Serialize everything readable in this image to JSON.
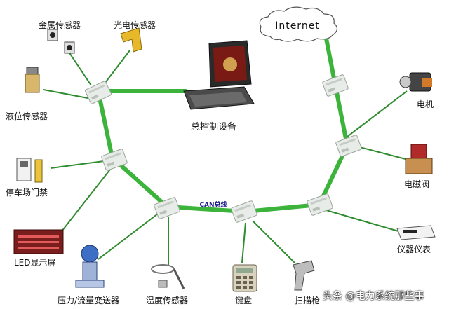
{
  "internet_label": "Internet",
  "bus_label": "CAN总线",
  "labels": {
    "metal_sensor": "金属传感器",
    "photo_sensor": "光电传感器",
    "level_sensor": "液位传感器",
    "parking_access": "停车场门禁",
    "led_display": "LED显示屏",
    "pressure_flow": "压力/流量变送器",
    "temp_sensor": "温度传感器",
    "keyboard": "键盘",
    "scanner": "扫描枪",
    "main_control": "总控制设备",
    "motor": "电机",
    "solenoid_valve": "电磁阀",
    "instrument": "仪器仪表"
  },
  "watermark": "头条 @电力系统那些事",
  "colors": {
    "bus": "#3cb43c",
    "link": "#2e8b2e",
    "node_body": "#e8ece8",
    "node_edge": "#9aa49a"
  }
}
